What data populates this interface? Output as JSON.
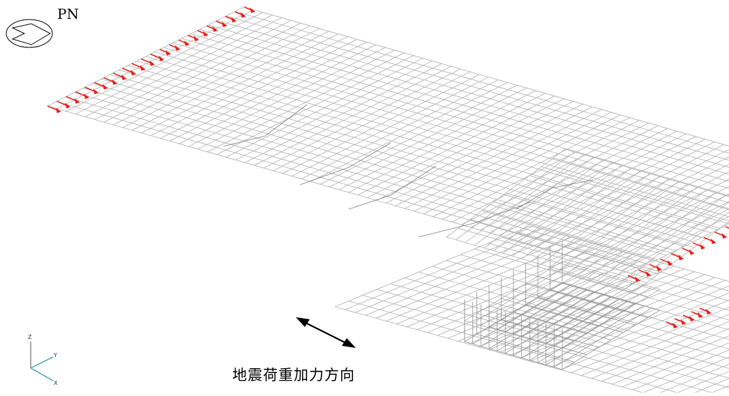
{
  "compass": {
    "label": "PN",
    "icon": "north-compass-icon"
  },
  "caption": "地震荷重加力方向",
  "axes": {
    "z": "Z",
    "y": "Y",
    "x": "X"
  },
  "colors": {
    "mesh": "#b4b4b4",
    "load_arrow": "#e8201c",
    "direction_arrow": "#000000",
    "axis_z": "#808080",
    "axis_y": "#3fa0a8",
    "axis_x": "#3fa0a8"
  },
  "icons": {
    "direction": "double-headed-arrow-icon",
    "triad": "xyz-axis-triad-icon"
  }
}
